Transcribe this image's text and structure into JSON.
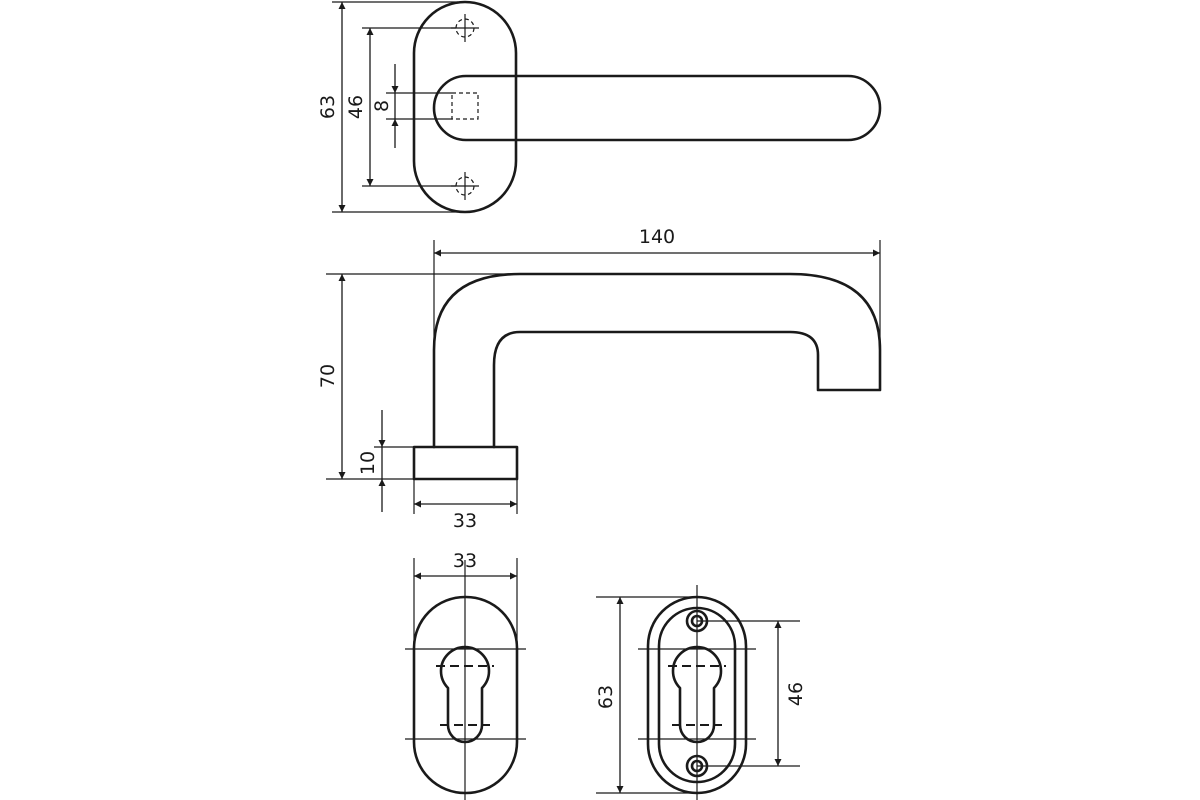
{
  "dimensions": {
    "top_overall_height": "63",
    "top_screw_spacing": "46",
    "top_spindle_square": "8",
    "side_length": "140",
    "side_height": "70",
    "side_rose_thickness": "10",
    "side_rose_width": "33",
    "escutcheon_width": "33",
    "escutcheon_height": "63",
    "escutcheon_screw_spacing": "46"
  }
}
